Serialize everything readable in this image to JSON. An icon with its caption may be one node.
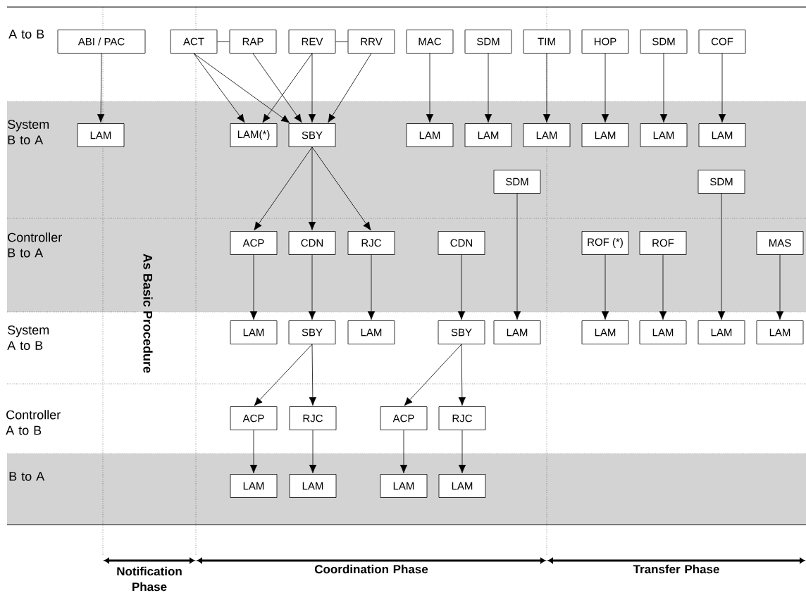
{
  "diagram": {
    "nodes": [
      {
        "text": [
          "ABI / PAC"
        ]
      },
      {
        "text": [
          "ACT"
        ]
      },
      {
        "text": [
          "RAP"
        ]
      },
      {
        "text": [
          "REV"
        ]
      },
      {
        "text": [
          "RRV"
        ]
      },
      {
        "text": [
          "MAC"
        ]
      },
      {
        "text": [
          "SDM"
        ]
      },
      {
        "text": [
          "TIM"
        ]
      },
      {
        "text": [
          "HOP"
        ]
      },
      {
        "text": [
          "SDM"
        ]
      },
      {
        "text": [
          "COF"
        ]
      },
      {
        "text": [
          "LAM"
        ]
      },
      {
        "text": [
          "LAM(*)"
        ]
      },
      {
        "text": [
          "SBY"
        ]
      },
      {
        "text": [
          "LAM"
        ]
      },
      {
        "text": [
          "LAM"
        ]
      },
      {
        "text": [
          "LAM"
        ]
      },
      {
        "text": [
          "LAM"
        ]
      },
      {
        "text": [
          "LAM"
        ]
      },
      {
        "text": [
          "LAM"
        ]
      },
      {
        "text": [
          "SDM"
        ]
      },
      {
        "text": [
          "SDM"
        ]
      },
      {
        "text": [
          "ACP"
        ]
      },
      {
        "text": [
          "CDN"
        ]
      },
      {
        "text": [
          "RJC"
        ]
      },
      {
        "text": [
          "CDN"
        ]
      },
      {
        "text": [
          "ROF (*)"
        ]
      },
      {
        "text": [
          "ROF"
        ]
      },
      {
        "text": [
          "MAS"
        ]
      },
      {
        "text": [
          "LAM"
        ]
      },
      {
        "text": [
          "SBY"
        ]
      },
      {
        "text": [
          "LAM"
        ]
      },
      {
        "text": [
          "SBY"
        ]
      },
      {
        "text": [
          "LAM"
        ]
      },
      {
        "text": [
          "LAM"
        ]
      },
      {
        "text": [
          "LAM"
        ]
      },
      {
        "text": [
          "LAM"
        ]
      },
      {
        "text": [
          "LAM"
        ]
      },
      {
        "text": [
          "ACP"
        ]
      },
      {
        "text": [
          "RJC"
        ]
      },
      {
        "text": [
          "ACP"
        ]
      },
      {
        "text": [
          "RJC"
        ]
      },
      {
        "text": [
          "LAM"
        ]
      },
      {
        "text": [
          "LAM"
        ]
      },
      {
        "text": [
          "LAM"
        ]
      },
      {
        "text": [
          "LAM"
        ]
      }
    ],
    "edges": [
      {
        "from": 0,
        "to": 11,
        "arrow": "to"
      },
      {
        "from": 1,
        "to": 2,
        "arrow": "none"
      },
      {
        "from": 3,
        "to": 4,
        "arrow": "none"
      },
      {
        "from": 1,
        "to": 12,
        "arrow": "to"
      },
      {
        "from": 1,
        "to": 13,
        "arrow": "to"
      },
      {
        "from": 2,
        "to": 13,
        "arrow": "to"
      },
      {
        "from": 3,
        "to": 12,
        "arrow": "to"
      },
      {
        "from": 3,
        "to": 13,
        "arrow": "to"
      },
      {
        "from": 4,
        "to": 13,
        "arrow": "to"
      },
      {
        "from": 5,
        "to": 14,
        "arrow": "to"
      },
      {
        "from": 6,
        "to": 15,
        "arrow": "to"
      },
      {
        "from": 7,
        "to": 16,
        "arrow": "to"
      },
      {
        "from": 8,
        "to": 17,
        "arrow": "to"
      },
      {
        "from": 9,
        "to": 18,
        "arrow": "to"
      },
      {
        "from": 10,
        "to": 19,
        "arrow": "to"
      },
      {
        "from": 13,
        "to": 22,
        "arrow": "to"
      },
      {
        "from": 13,
        "to": 23,
        "arrow": "to"
      },
      {
        "from": 13,
        "to": 24,
        "arrow": "to"
      },
      {
        "from": 22,
        "to": 29,
        "arrow": "to"
      },
      {
        "from": 23,
        "to": 30,
        "arrow": "to"
      },
      {
        "from": 24,
        "to": 31,
        "arrow": "to"
      },
      {
        "from": 25,
        "to": 32,
        "arrow": "to"
      },
      {
        "from": 20,
        "to": 33,
        "arrow": "to"
      },
      {
        "from": 26,
        "to": 34,
        "arrow": "to"
      },
      {
        "from": 27,
        "to": 35,
        "arrow": "to"
      },
      {
        "from": 21,
        "to": 36,
        "arrow": "to"
      },
      {
        "from": 28,
        "to": 37,
        "arrow": "to"
      },
      {
        "from": 30,
        "to": 38,
        "arrow": "to"
      },
      {
        "from": 30,
        "to": 39,
        "arrow": "to"
      },
      {
        "from": 32,
        "to": 40,
        "arrow": "to"
      },
      {
        "from": 32,
        "to": 41,
        "arrow": "to"
      },
      {
        "from": 38,
        "to": 42,
        "arrow": "to"
      },
      {
        "from": 39,
        "to": 43,
        "arrow": "to"
      },
      {
        "from": 40,
        "to": 44,
        "arrow": "to"
      },
      {
        "from": 41,
        "to": 45,
        "arrow": "to"
      }
    ],
    "labels": [
      "A to B",
      "System B to A",
      "Controller B to A",
      "System A to B",
      "Controller A to B",
      "B to A",
      "As Basic Procedure",
      "Notification Phase",
      "Coordination Phase",
      "Transfer Phase"
    ]
  }
}
